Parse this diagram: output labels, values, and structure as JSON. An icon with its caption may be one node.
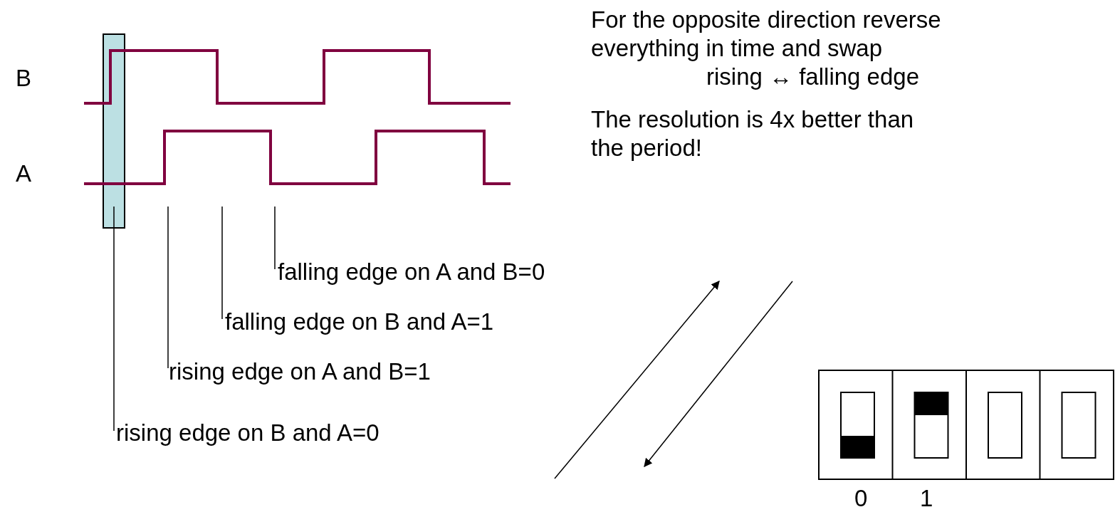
{
  "diagram": {
    "nodes": [
      {
        "text": [
          "rising edge on B and A=0"
        ]
      },
      {
        "text": [
          "rising edge on A and B=1"
        ]
      },
      {
        "text": [
          "falling edge on B and A=1"
        ]
      },
      {
        "text": [
          "falling edge on A and B=0"
        ]
      }
    ],
    "edges": [
      {
        "from": 0,
        "to": null,
        "arrow": "none"
      },
      {
        "from": 1,
        "to": null,
        "arrow": "none"
      },
      {
        "from": 2,
        "to": null,
        "arrow": "none"
      },
      {
        "from": 3,
        "to": null,
        "arrow": "none"
      }
    ],
    "labels": [
      "B",
      "A",
      "For the opposite direction reverse everything in time and swap",
      "rising ↔ falling edge",
      "The resolution is 4x better than the period!",
      "0",
      "1"
    ]
  }
}
